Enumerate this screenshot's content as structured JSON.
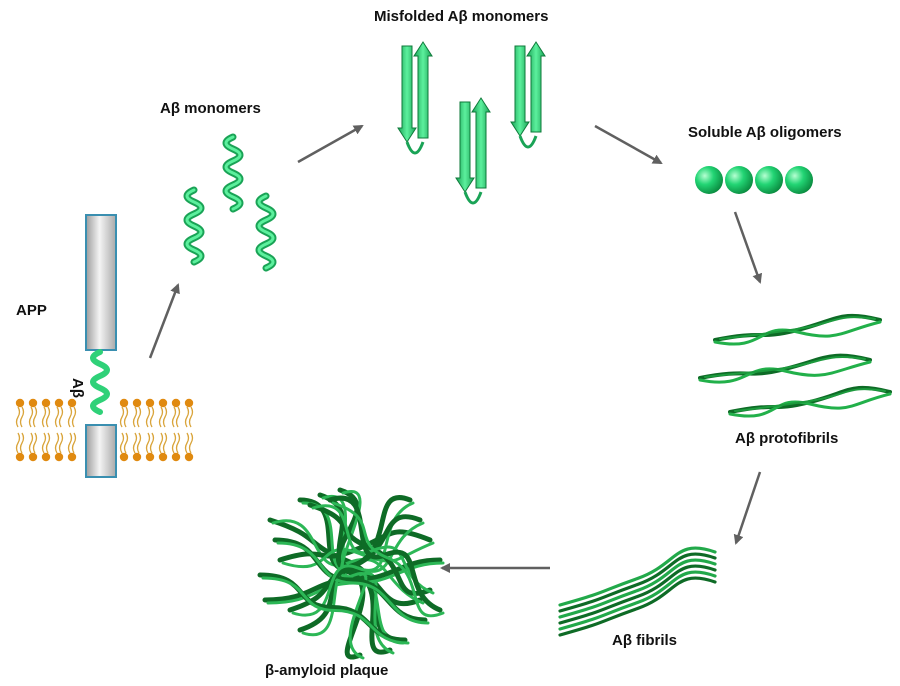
{
  "labels": {
    "misfolded": "Misfolded Aβ monomers",
    "monomers": "Aβ monomers",
    "oligomers": "Soluble Aβ oligomers",
    "app": "APP",
    "ab_vertical": "Aβ",
    "protofibrils": "Aβ protofibrils",
    "fibrils": "Aβ  fibrils",
    "plaque": "β-amyloid plaque"
  },
  "colors": {
    "helix_green": "#2fd178",
    "helix_dark": "#1aa356",
    "fibril_green": "#1c9a3d",
    "fibril_dark": "#0e6b26",
    "arrow_gray": "#606060",
    "lipid_head": "#e08a10",
    "lipid_tail": "#d9a43a",
    "app_bar": "#c8c8c8",
    "app_border": "#3a8fb0"
  }
}
